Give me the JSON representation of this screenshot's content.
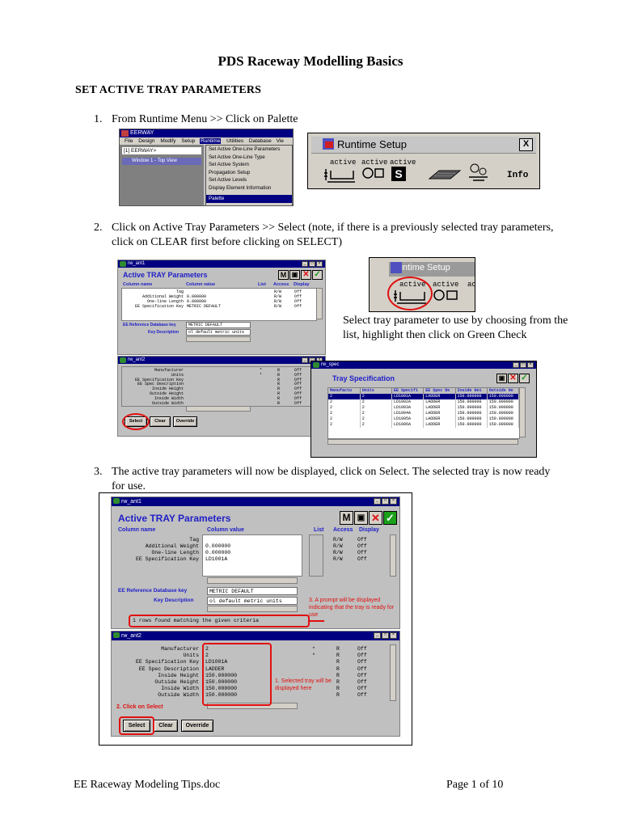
{
  "document": {
    "title": "PDS Raceway Modelling Basics",
    "section_heading": "SET ACTIVE TRAY PARAMETERS",
    "steps": [
      {
        "num": "1.",
        "text": "From Runtime Menu >> Click on Palette"
      },
      {
        "num": "2.",
        "text": "Click on Active Tray Parameters >> Select (note, if there is a previously selected tray parameters, click on CLEAR first before clicking on SELECT)"
      },
      {
        "num": "3.",
        "text": "The active tray parameters will now be displayed, click on Select. The selected tray is now ready for use."
      }
    ],
    "note2": "Select tray parameter to use by choosing from the list, highlight then click on Green Check",
    "footer_left": "EE Raceway Modeling Tips.doc",
    "footer_right": "Page 1 of 10"
  },
  "menu_shot": {
    "app_title": "EERWAY",
    "menubar": [
      "File",
      "Design",
      "Modify",
      "Setup",
      "Runtime",
      "Utilities",
      "Database",
      "Vie"
    ],
    "active_menu": "Runtime",
    "left_label": "[1] EERWAY>",
    "window_label": "Window 1 - Top View",
    "dropdown_items": [
      "Set Active One-Line Parameters",
      "Set Active One-Line Type",
      "Set Active System",
      "Propagation Setup",
      "Set Active Levels",
      "Display Element Information",
      "Palette"
    ],
    "highlighted_item": "Palette"
  },
  "runtime_setup": {
    "title": "Runtime Setup",
    "close": "X",
    "labels": [
      "active",
      "active",
      "active"
    ],
    "info_label": "Info"
  },
  "runtime_setup_small": {
    "title": "Runtime Setup",
    "labels": [
      "active",
      "active",
      "ac"
    ]
  },
  "small_params": {
    "win1_title": "rw_ant1",
    "title": "Active TRAY Parameters",
    "col_name": "Column name",
    "col_value": "Column value",
    "col_list": "List",
    "col_access": "Access",
    "col_display": "Display",
    "rows": [
      {
        "name": "Tag",
        "value": "",
        "access": "R/W",
        "display": "Off"
      },
      {
        "name": "Additional Weight",
        "value": "0.000000",
        "access": "R/W",
        "display": "Off"
      },
      {
        "name": "One-line Length",
        "value": "0.000000",
        "access": "R/W",
        "display": "Off"
      },
      {
        "name": "EE Specification Key",
        "value": "METRIC DEFAULT",
        "access": "R/W",
        "display": "Off"
      }
    ],
    "ref_key_label": "EE Reference Database key",
    "ref_key_value": "METRIC DEFAULT",
    "key_desc_label": "Key Description",
    "key_desc_value": "ol default metric units",
    "win2_title": "rw_ant2",
    "rows2": [
      {
        "name": "Manufacturer",
        "star": "*",
        "access": "R",
        "display": "Off"
      },
      {
        "name": "Units",
        "star": "*",
        "access": "R",
        "display": "Off"
      },
      {
        "name": "EE Specification Key",
        "star": "",
        "access": "R",
        "display": "Off"
      },
      {
        "name": "EE Spec Description",
        "star": "",
        "access": "R",
        "display": "Off"
      },
      {
        "name": "Inside Height",
        "star": "",
        "access": "R",
        "display": "Off"
      },
      {
        "name": "Outside Height",
        "star": "",
        "access": "R",
        "display": "Off"
      },
      {
        "name": "Inside Width",
        "star": "",
        "access": "R",
        "display": "Off"
      },
      {
        "name": "Outside Width",
        "star": "",
        "access": "R",
        "display": "Off"
      }
    ],
    "buttons": [
      "Select",
      "Clear",
      "Override"
    ]
  },
  "tray_spec": {
    "win_title": "rw_spec",
    "title": "Tray Specification",
    "headers": [
      "Manufactu",
      "Units",
      "EE Specifi",
      "EE Spec De",
      "Inside Hei",
      "Outside He"
    ],
    "rows": [
      [
        "2",
        "2",
        "LD1001A",
        "LADDER",
        "150.000000",
        "150.000000"
      ],
      [
        "2",
        "2",
        "LD1002A",
        "LADDER",
        "150.000000",
        "150.000000"
      ],
      [
        "2",
        "2",
        "LD1003A",
        "LADDER",
        "150.000000",
        "150.000000"
      ],
      [
        "2",
        "2",
        "LD1004A",
        "LADDER",
        "150.000000",
        "150.000000"
      ],
      [
        "2",
        "2",
        "LD1005A",
        "LADDER",
        "150.000000",
        "150.000000"
      ],
      [
        "2",
        "2",
        "LD1006A",
        "LADDER",
        "150.000000",
        "150.000000"
      ]
    ],
    "selected_row": 0
  },
  "big_params": {
    "win1_title": "rw_ant1",
    "title": "Active TRAY Parameters",
    "col_name": "Column name",
    "col_value": "Column value",
    "col_list": "List",
    "col_access": "Access",
    "col_display": "Display",
    "rows": [
      {
        "name": "Tag",
        "value": "",
        "access": "R/W",
        "display": "Off"
      },
      {
        "name": "Additional Weight",
        "value": "0.000000",
        "access": "R/W",
        "display": "Off"
      },
      {
        "name": "One-line Length",
        "value": "0.000000",
        "access": "R/W",
        "display": "Off"
      },
      {
        "name": "EE Specification Key",
        "value": "LD1001A",
        "access": "R/W",
        "display": "Off"
      }
    ],
    "ref_key_label": "EE Reference Database key",
    "ref_key_value": "METRIC DEFAULT",
    "key_desc_label": "Key Description",
    "key_desc_value": "ol default metric units",
    "status_msg": "1 rows found matching the given criteria",
    "annotation3": "3. A prompt will be displayed indicating that the tray is ready for use",
    "win2_title": "rw_ant2",
    "rows2": [
      {
        "name": "Manufacturer",
        "value": "2",
        "star": "*",
        "access": "R",
        "display": "Off"
      },
      {
        "name": "Units",
        "value": "2",
        "star": "*",
        "access": "R",
        "display": "Off"
      },
      {
        "name": "EE Specification Key",
        "value": "LD1001A",
        "star": "",
        "access": "R",
        "display": "Off"
      },
      {
        "name": "EE Spec Description",
        "value": "LADDER",
        "star": "",
        "access": "R",
        "display": "Off"
      },
      {
        "name": "Inside Height",
        "value": "150.000000",
        "star": "",
        "access": "R",
        "display": "Off"
      },
      {
        "name": "Outside Height",
        "value": "150.000000",
        "star": "",
        "access": "R",
        "display": "Off"
      },
      {
        "name": "Inside Width",
        "value": "150.000000",
        "star": "",
        "access": "R",
        "display": "Off"
      },
      {
        "name": "Outside Width",
        "value": "150.000000",
        "star": "",
        "access": "R",
        "display": "Off"
      }
    ],
    "annotation1": "1. Selected tray will be displayed here",
    "annotation2": "2. Click on Select",
    "buttons": [
      "Select",
      "Clear",
      "Override"
    ]
  }
}
